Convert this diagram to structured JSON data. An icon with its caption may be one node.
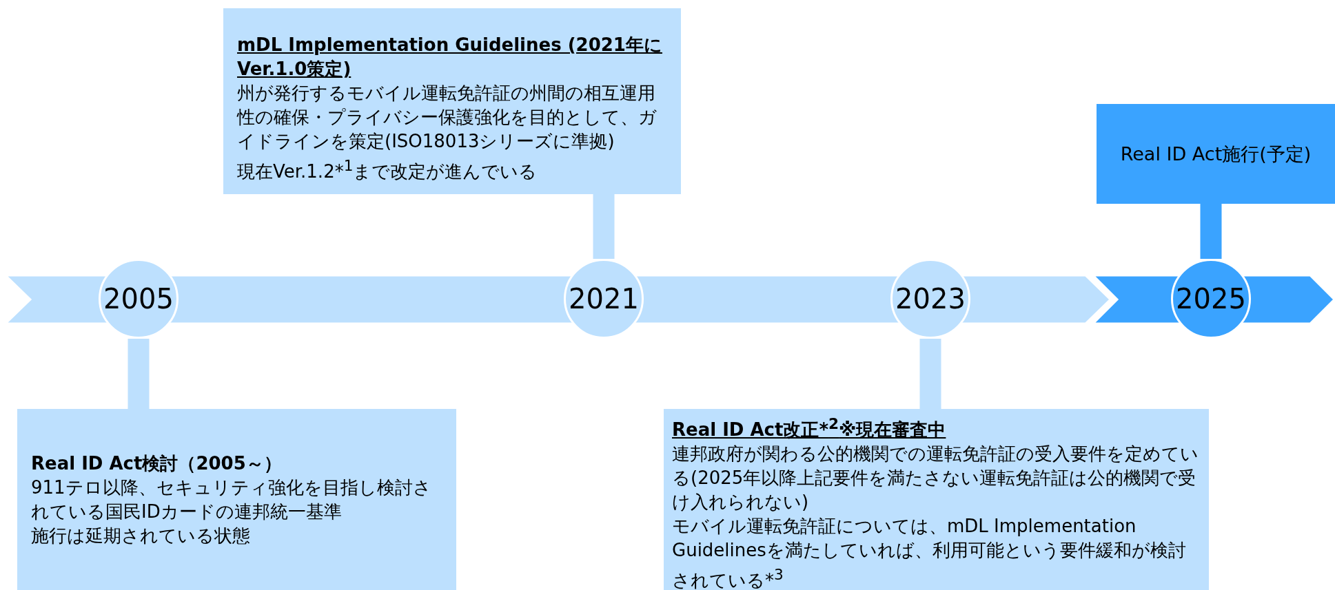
{
  "diagram": {
    "nodes": [
      {
        "text": [
          "mDL Implementation Guidelines (2021年にVer.1.0策定)",
          "州が発行するモバイル運転免許証の州間の相互運用性の確保・プライバシー保護強化を目的として、ガイドラインを策定(ISO18013シリーズに準拠)",
          "現在Ver.1.2*$^{1}$まで改定が進んでいる"
        ]
      },
      {
        "text": [
          "Real ID Act施行(予定)"
        ]
      },
      {
        "text": [
          "2005"
        ]
      },
      {
        "text": [
          "2021"
        ]
      },
      {
        "text": [
          "2023"
        ]
      },
      {
        "text": [
          "2025"
        ]
      },
      {
        "text": [
          "Real ID Act検討（2005～）",
          "911テロ以降、セキュリティ強化を目指し検討されている国民IDカードの連邦統一基準",
          "施行は延期されている状態"
        ]
      },
      {
        "text": [
          "Real ID Act改正*$^{2}$※現在審査中",
          "連邦政府が関わる公的機関での運転免許証の受入要件を定めている(2025年以降上記要件を満たさない運転免許証は公的機関で受け入れられない)",
          "モバイル運転免許証については、mDL Implementation Guidelinesを満たしていれば、利用可能という要件緩和が検討されている*$^{3}$"
        ]
      }
    ],
    "edges": [
      {
        "from": 0,
        "to": 3,
        "arrow": "none"
      },
      {
        "from": 1,
        "to": 5,
        "arrow": "none",
        "color": "#3aa3ff"
      },
      {
        "from": 6,
        "to": 2,
        "arrow": "none"
      },
      {
        "from": 7,
        "to": 4,
        "arrow": "none"
      }
    ]
  }
}
